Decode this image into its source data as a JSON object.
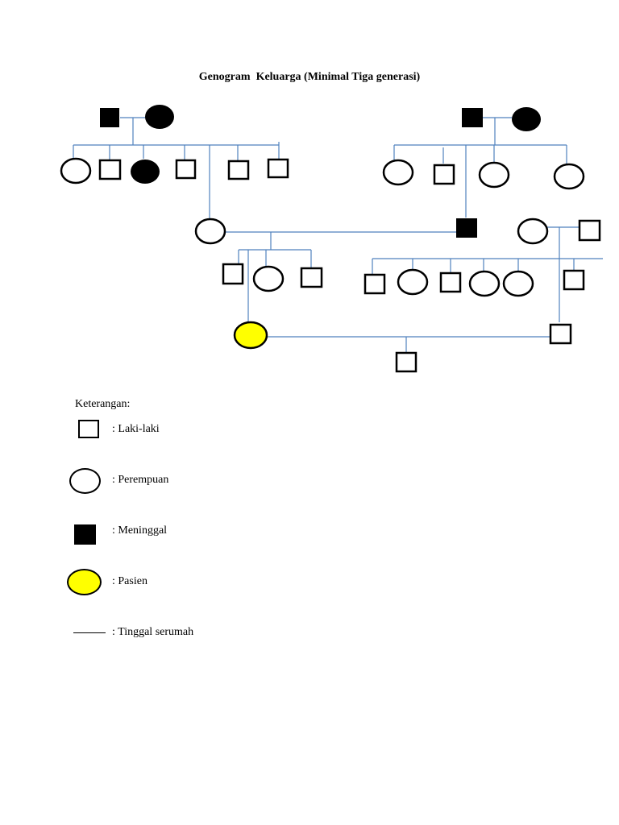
{
  "title": "Genogram  Keluarga (Minimal Tiga generasi)",
  "colors": {
    "line": "#4f81bd",
    "outline": "#000000",
    "deceased": "#000000",
    "patient": "#ffff00",
    "background": "#ffffff"
  },
  "legend": {
    "heading": "Keterangan:",
    "items": [
      {
        "symbol": "male-square",
        "label": ": Laki-laki"
      },
      {
        "symbol": "female-circle",
        "label": ": Perempuan"
      },
      {
        "symbol": "deceased-square",
        "label": ": Meninggal"
      },
      {
        "symbol": "patient-circle",
        "label": ": Pasien"
      },
      {
        "symbol": "cohabitation-line",
        "label": ": Tinggal serumah"
      }
    ]
  }
}
